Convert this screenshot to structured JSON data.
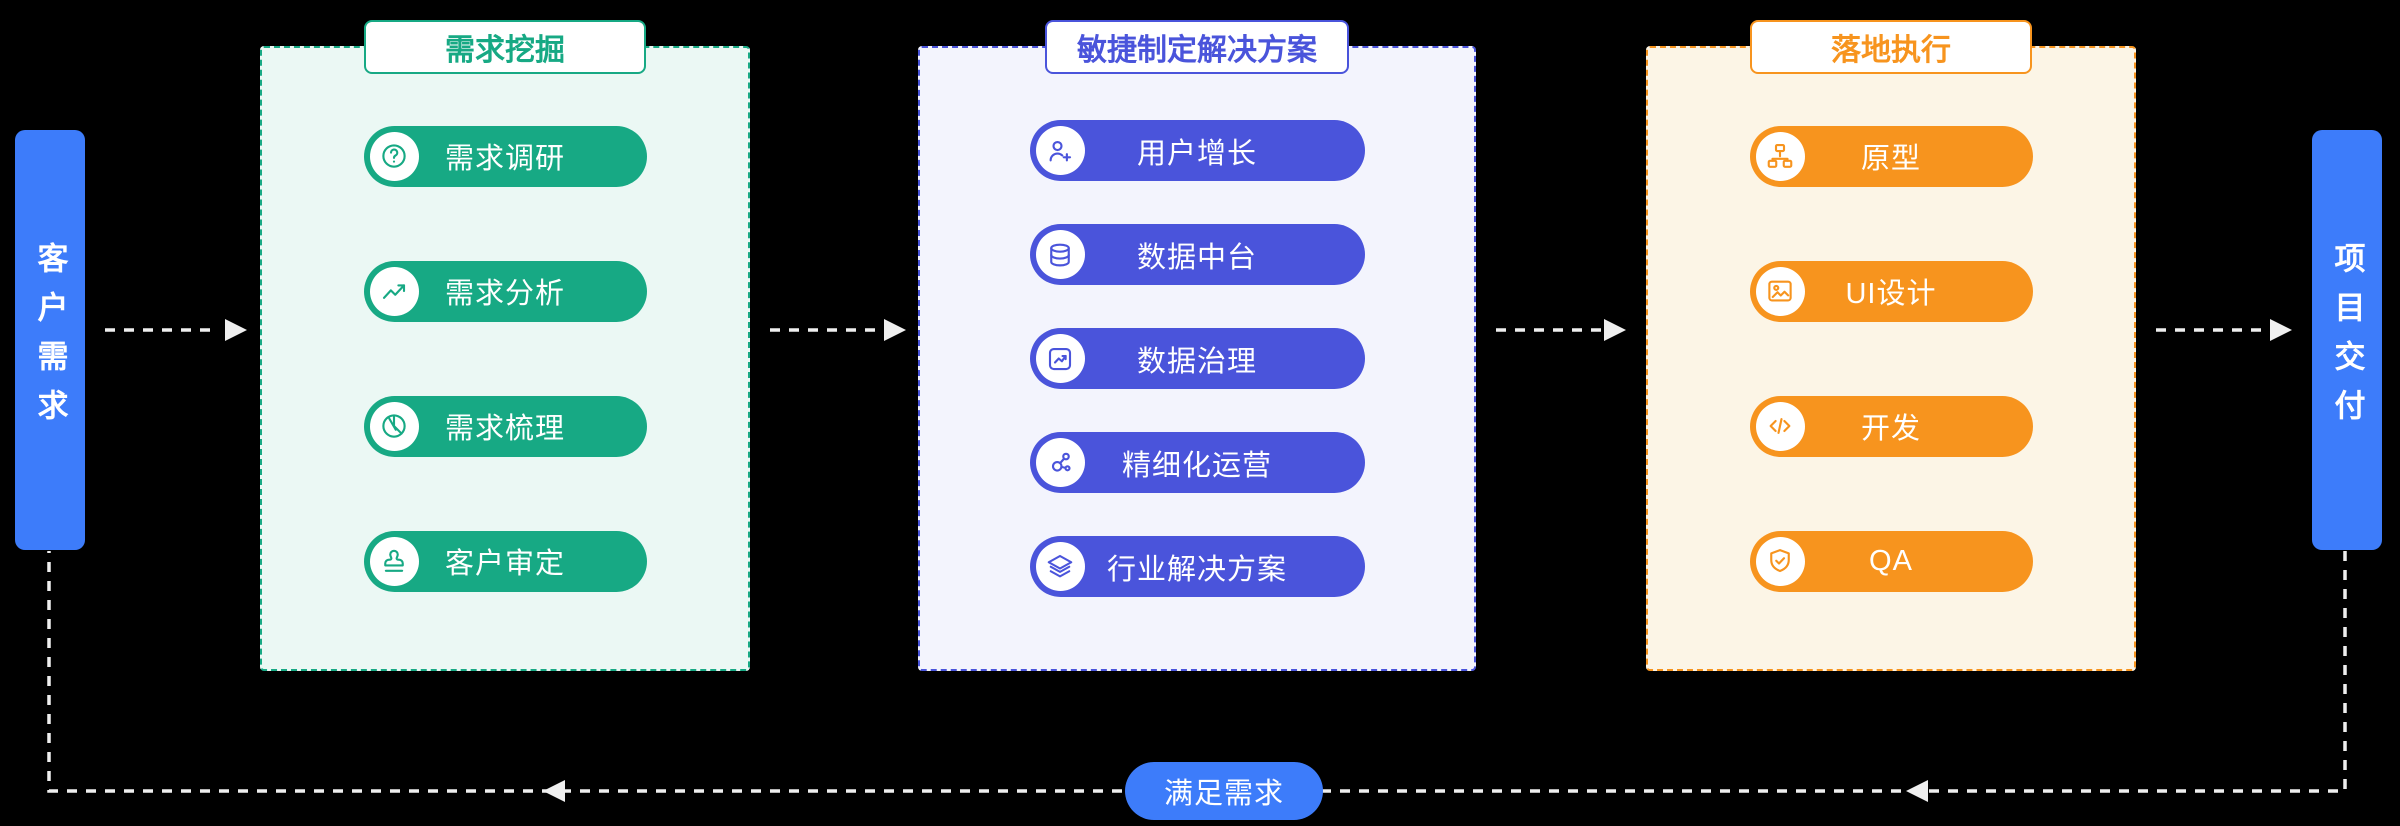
{
  "diagram": {
    "left_node": {
      "label": "客户需求"
    },
    "right_node": {
      "label": "项目交付"
    },
    "feedback_label": "满足需求",
    "colors": {
      "background": "#000000",
      "node_blue": "#3D7CFA",
      "mining_teal": "#17A984",
      "solution_blue": "#4A54DB",
      "execution_orange": "#F7941E",
      "arrow_gray": "#EFEFEF"
    },
    "panels": [
      {
        "title": "需求挖掘",
        "items": [
          {
            "label": "需求调研",
            "icon": "question-circle-icon"
          },
          {
            "label": "需求分析",
            "icon": "line-chart-icon"
          },
          {
            "label": "需求梳理",
            "icon": "pie-chart-icon"
          },
          {
            "label": "客户审定",
            "icon": "stamp-icon"
          }
        ]
      },
      {
        "title": "敏捷制定解决方案",
        "items": [
          {
            "label": "用户增长",
            "icon": "user-growth-icon"
          },
          {
            "label": "数据中台",
            "icon": "database-icon"
          },
          {
            "label": "数据治理",
            "icon": "chart-board-icon"
          },
          {
            "label": "精细化运营",
            "icon": "network-nodes-icon"
          },
          {
            "label": "行业解决方案",
            "icon": "layers-icon"
          }
        ]
      },
      {
        "title": "落地执行",
        "items": [
          {
            "label": "原型",
            "icon": "sitemap-icon"
          },
          {
            "label": "UI设计",
            "icon": "image-icon"
          },
          {
            "label": "开发",
            "icon": "code-icon"
          },
          {
            "label": "QA",
            "icon": "shield-check-icon"
          }
        ]
      }
    ]
  }
}
